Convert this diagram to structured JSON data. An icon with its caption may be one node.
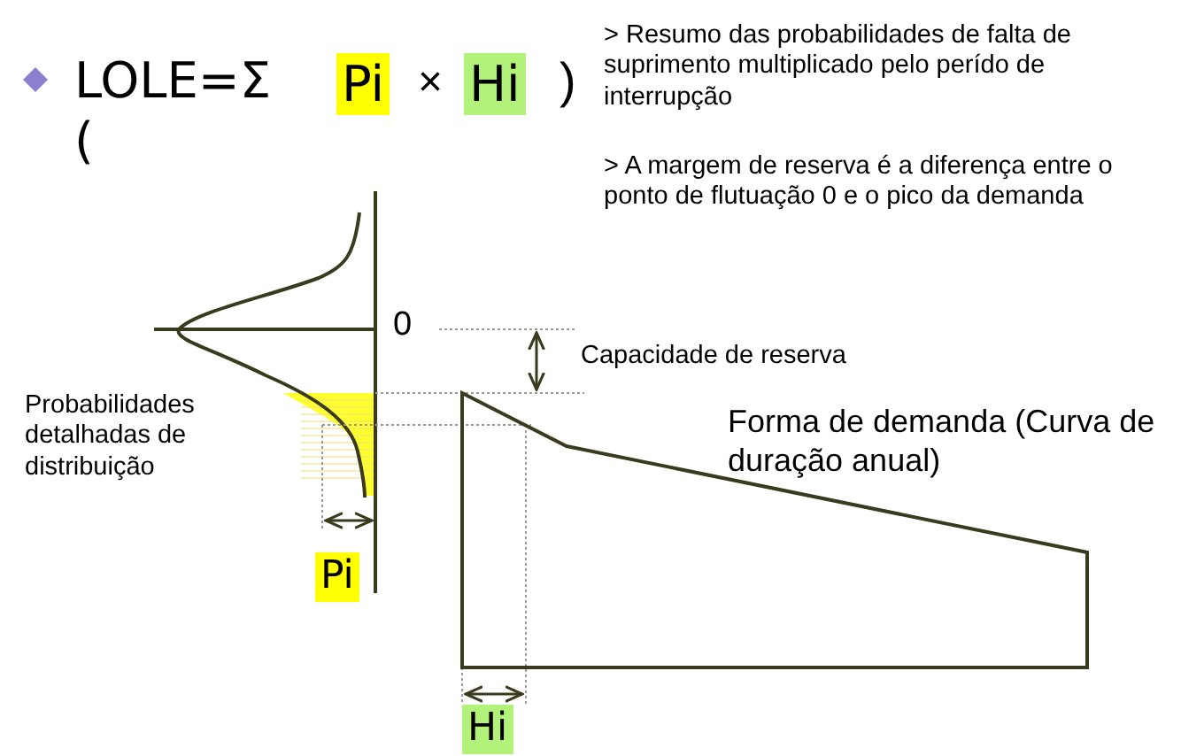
{
  "diagram": {
    "labels": [
      "LOLE=Σ (",
      "Pi",
      "×",
      "Hi",
      ")",
      "> Resumo das probabilidades de falta de suprimento multiplicado pelo perído de interrupção",
      "> A margem de reserva é a diferença entre o ponto de flutuação 0 e o pico da demanda",
      "0",
      "Capacidade de reserva",
      "Probabilidades detalhadas de distribuição",
      "Forma de demanda (Curva de duração anual)",
      "Pi",
      "Hi"
    ]
  }
}
